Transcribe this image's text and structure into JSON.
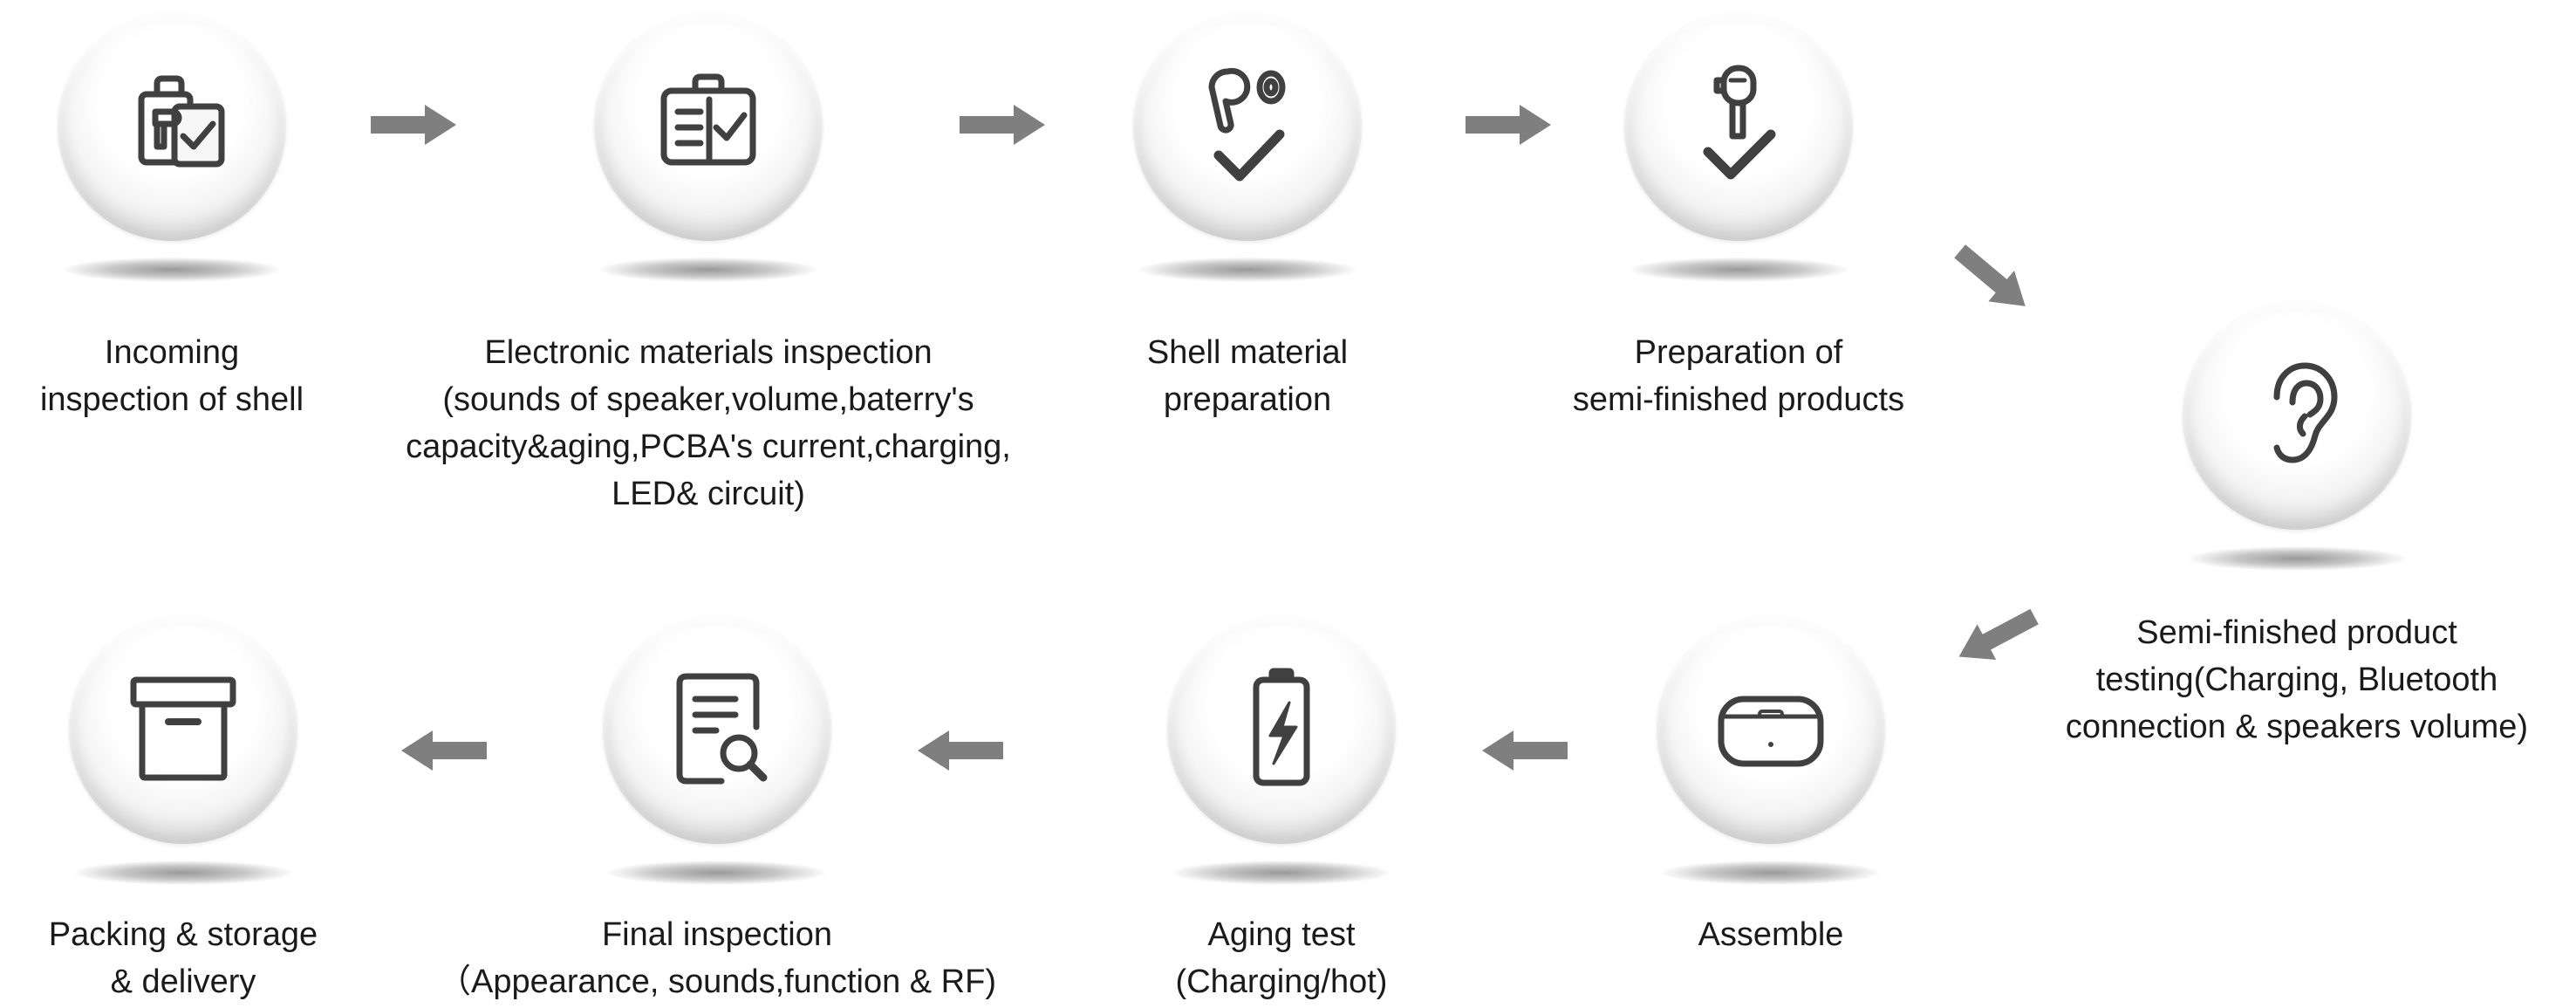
{
  "steps": [
    {
      "id": "incoming-inspection-of-shell",
      "icon": "luggage-earbud-check-icon",
      "lines": [
        "Incoming",
        "inspection of shell"
      ]
    },
    {
      "id": "electronic-materials-inspection",
      "icon": "clipboard-check-icon",
      "lines": [
        "Electronic materials inspection",
        "(sounds of speaker,volume,baterry's",
        "capacity&aging,PCBA's current,charging,",
        "LED& circuit)"
      ]
    },
    {
      "id": "shell-material-preparation",
      "icon": "earbud-shell-check-icon",
      "lines": [
        "Shell material",
        "preparation"
      ]
    },
    {
      "id": "preparation-of-semi-finished-products",
      "icon": "earbud-check-icon",
      "lines": [
        "Preparation of",
        "semi-finished products"
      ]
    },
    {
      "id": "semi-finished-product-testing",
      "icon": "ear-icon",
      "lines": [
        "Semi-finished product",
        "testing(Charging, Bluetooth",
        "connection & speakers volume)"
      ]
    },
    {
      "id": "assemble",
      "icon": "earbud-case-icon",
      "lines": [
        "Assemble"
      ]
    },
    {
      "id": "aging-test",
      "icon": "battery-charging-icon",
      "lines": [
        "Aging test",
        "(Charging/hot)"
      ]
    },
    {
      "id": "final-inspection",
      "icon": "document-search-icon",
      "lines": [
        "Final inspection",
        "（Appearance, sounds,function & RF)"
      ]
    },
    {
      "id": "packing-storage-delivery",
      "icon": "storage-box-icon",
      "lines": [
        "Packing & storage",
        "& delivery"
      ]
    }
  ],
  "colors": {
    "arrow": "#7f7f7f",
    "icon_stroke": "#404040",
    "text": "#1a1a1a"
  }
}
